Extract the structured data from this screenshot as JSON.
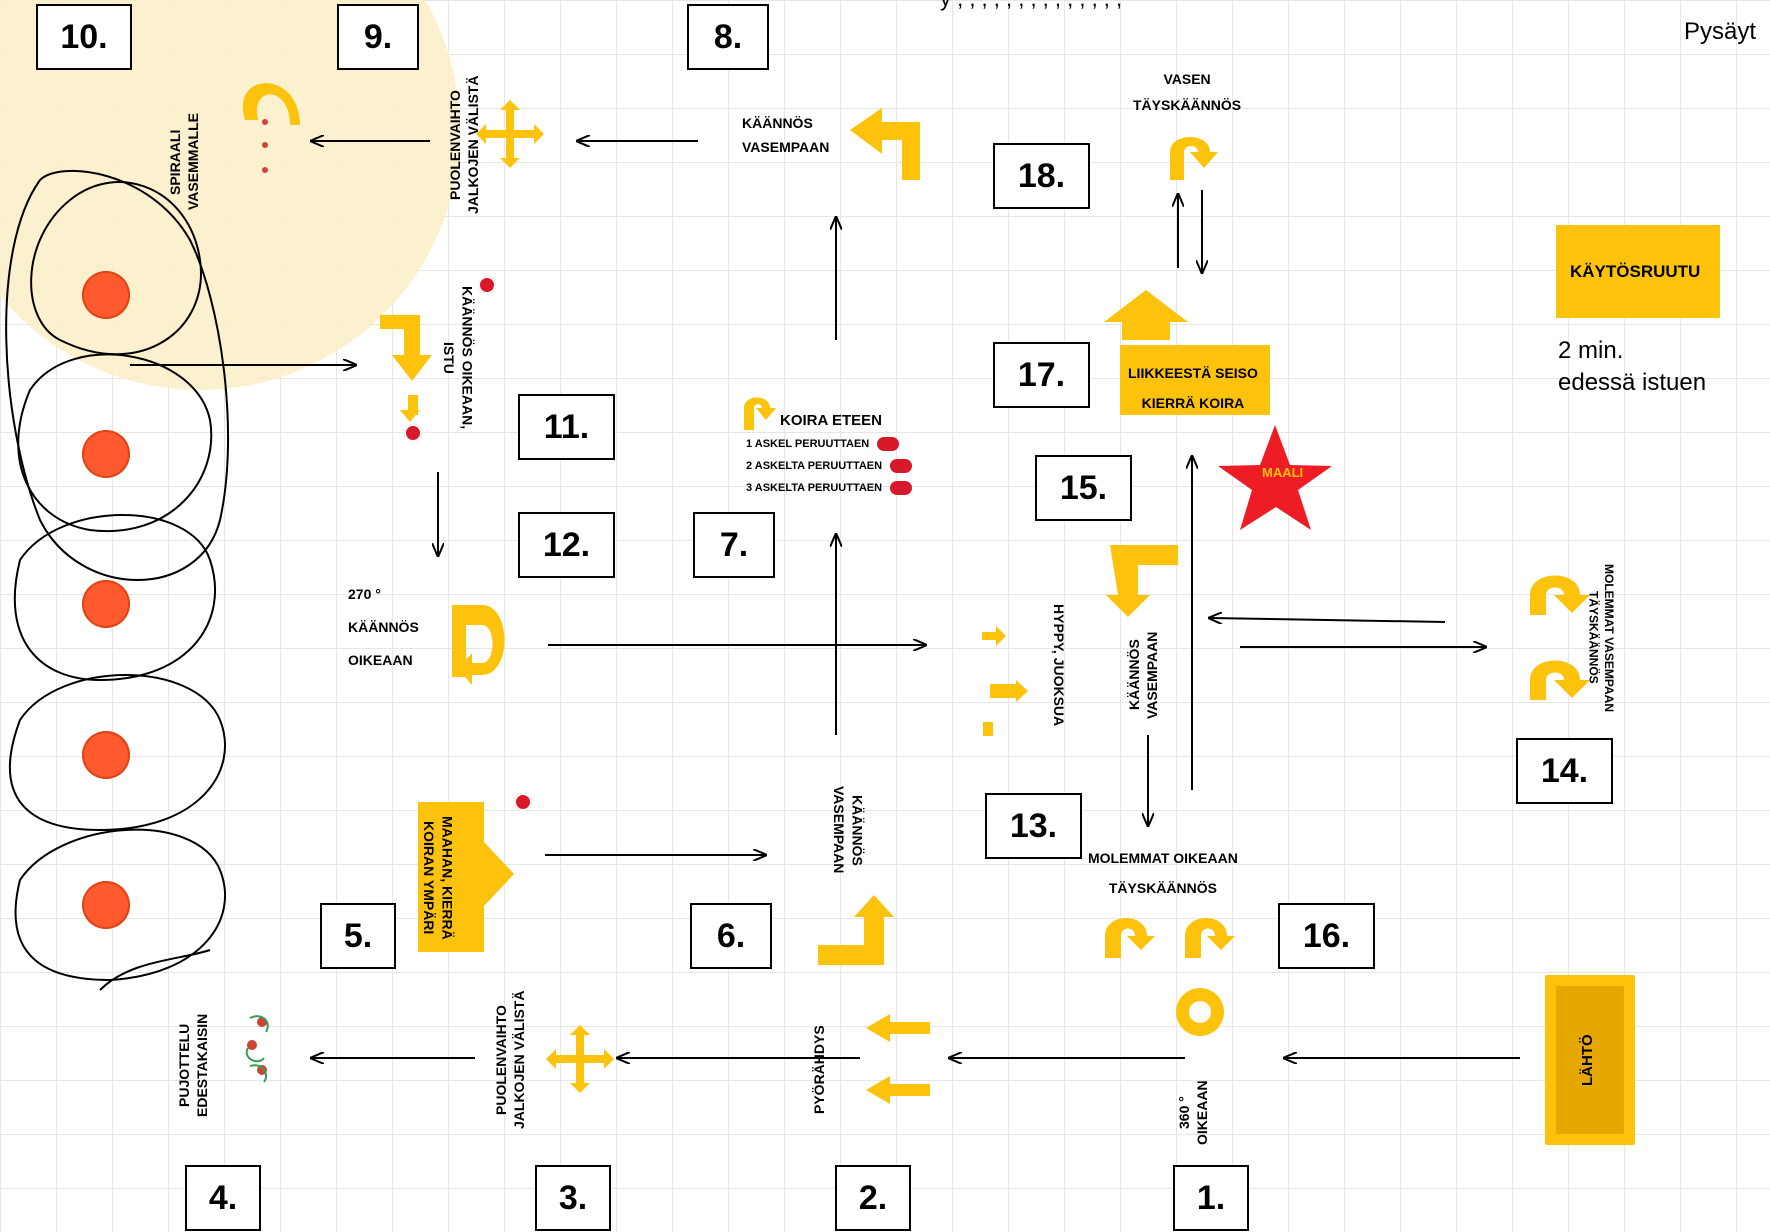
{
  "header": {
    "top_text": "Pysäyt",
    "top_fragment": "y , , , , , , , , , , , , , ,"
  },
  "numbers": [
    "10.",
    "9.",
    "8.",
    "18.",
    "17.",
    "11.",
    "15.",
    "12.",
    "7.",
    "14.",
    "13.",
    "5.",
    "6.",
    "16.",
    "4.",
    "3.",
    "2.",
    "1."
  ],
  "signs": {
    "spiraali": "SPIRAALI\nVASEMMALLE",
    "puolenvaihto_top": "PUOLENVAIHTO\nJALKOJEN VÄLISTÄ",
    "kaannos_vasempaan_top": "KÄÄNNÖS\nVASEMPAAN",
    "vasen_tayskaannos": "VASEN\nTÄYSKÄÄNNÖS",
    "kaytosruutu": "KÄYTÖSRUUTU",
    "kaytosruutu_note": "2 min.\nedessä istuen",
    "kaannos_oikeaan_istu": "KÄÄNNÖS OIKEAAN,\nISTU",
    "liikkeesta": "LIIKKEESTÄ SEISO\nKIERRÄ KOIRA",
    "koira_eteen": {
      "title": "KOIRA ETEEN",
      "rows": [
        "1 ASKEL PERUUTTAEN",
        "2 ASKELTA PERUUTTAEN",
        "3 ASKELTA PERUUTTAEN"
      ]
    },
    "maali": "MAALI",
    "kaannos_270": "270 °\nKÄÄNNÖS\nOIKEAAN",
    "hyppy": "HYPPY, JUOKSUA",
    "kaannos_vasempaan_mid": "KÄÄNNÖS\nVASEMPAAN",
    "molemmat_vasempaan": "MOLEMMAT VASEMPAAN\nTÄYSKÄÄNNÖS",
    "maahan": "MAAHAN, KIERRÄ\nKOIRAN YMPÄRI",
    "kaannos_vasempaan_low": "KÄÄNNÖS\nVASEMPAAN",
    "molemmat_oikeaan": "MOLEMMAT OIKEAAN\nTÄYSKÄÄNNÖS",
    "pujottelu": "PUJOTTELU\nEDESTAKAISIN",
    "puolenvaihto_low": "PUOLENVAIHTO\nJALKOJEN VÄLISTÄ",
    "pyorahdys": "PYÖRÄHDYS",
    "kaannos_360": "360 °\nOIKEAAN",
    "lahto": "LÄHTÖ"
  },
  "colors": {
    "sign_yellow": "#fcc20c",
    "cone": "#ff5a2e",
    "star": "#ee1c25",
    "stop": "#d7192a"
  }
}
